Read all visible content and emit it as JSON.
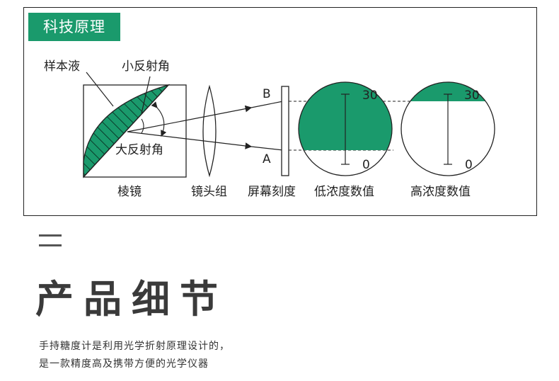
{
  "badge": {
    "label": "科技原理"
  },
  "diagram": {
    "labels": {
      "sample_liquid": "样本液",
      "small_angle": "小反射角",
      "large_angle": "大反射角",
      "prism": "棱镜",
      "lens_group": "镜头组",
      "screen_scale": "屏幕刻度",
      "low_reading": "低浓度数值",
      "high_reading": "高浓度数值",
      "point_b": "B",
      "point_a": "A",
      "scale_top_low": "30",
      "scale_bottom_low": "0",
      "scale_top_high": "30",
      "scale_bottom_high": "0"
    },
    "colors": {
      "accent": "#1a9a6c",
      "line": "#222222"
    }
  },
  "section": {
    "title": "产品细节",
    "lines": [
      "手持糖度计是利用光学折射原理设计的，",
      "是一款精度高及携带方便的光学仪器"
    ]
  }
}
